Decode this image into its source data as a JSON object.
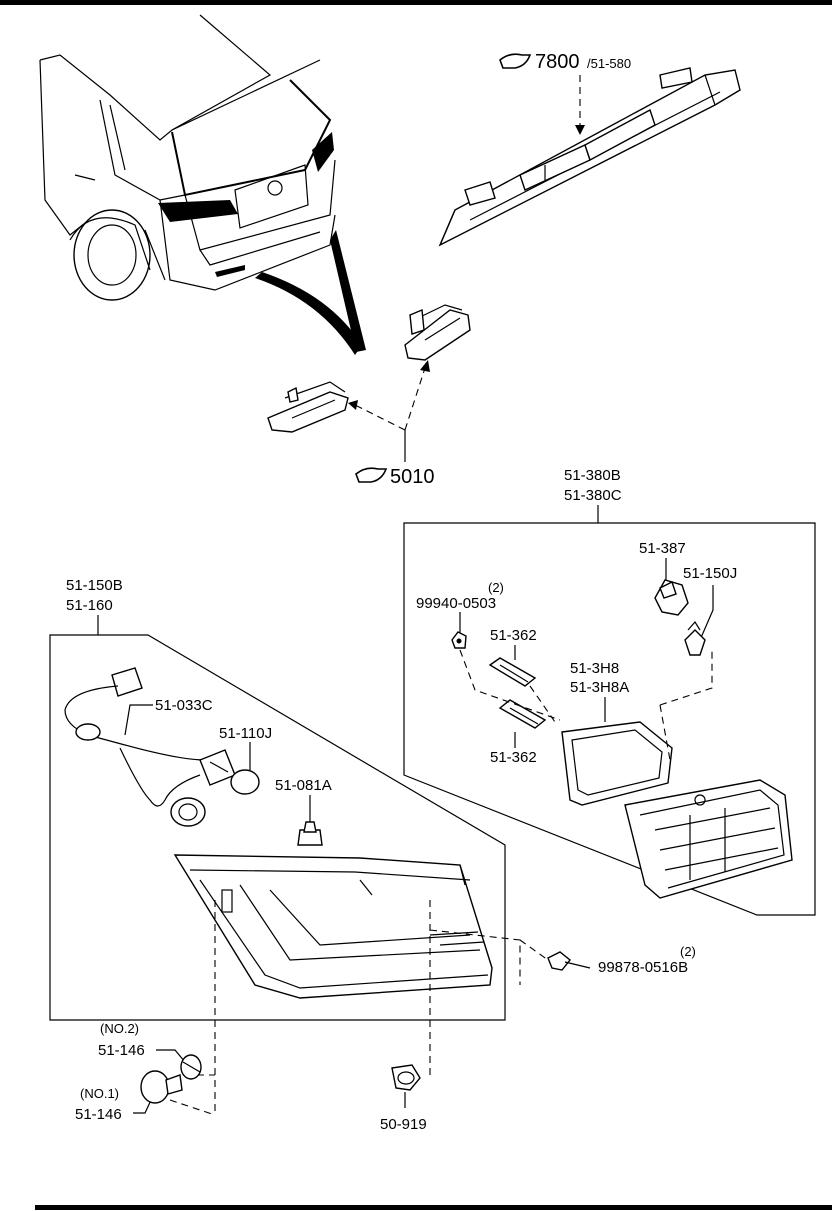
{
  "refs": {
    "high_mount_ref": "7800",
    "high_mount_sub": "/51-580",
    "license_ref": "5010"
  },
  "callouts": {
    "c_51_380B": "51-380B",
    "c_51_380C": "51-380C",
    "c_51_387": "51-387",
    "c_51_150J": "51-150J",
    "c_qty_2a": "(2)",
    "c_99940": "99940-0503",
    "c_51_362a": "51-362",
    "c_51_362b": "51-362",
    "c_51_3H8": "51-3H8",
    "c_51_3H8A": "51-3H8A",
    "c_51_150B": "51-150B",
    "c_51_160": "51-160",
    "c_51_033C": "51-033C",
    "c_51_110J": "51-110J",
    "c_51_081A": "51-081A",
    "c_qty_2b": "(2)",
    "c_99878": "99878-0516B",
    "c_no2": "(NO.2)",
    "c_51_146a": "51-146",
    "c_no1": "(NO.1)",
    "c_51_146b": "51-146",
    "c_50_919": "50-919"
  }
}
